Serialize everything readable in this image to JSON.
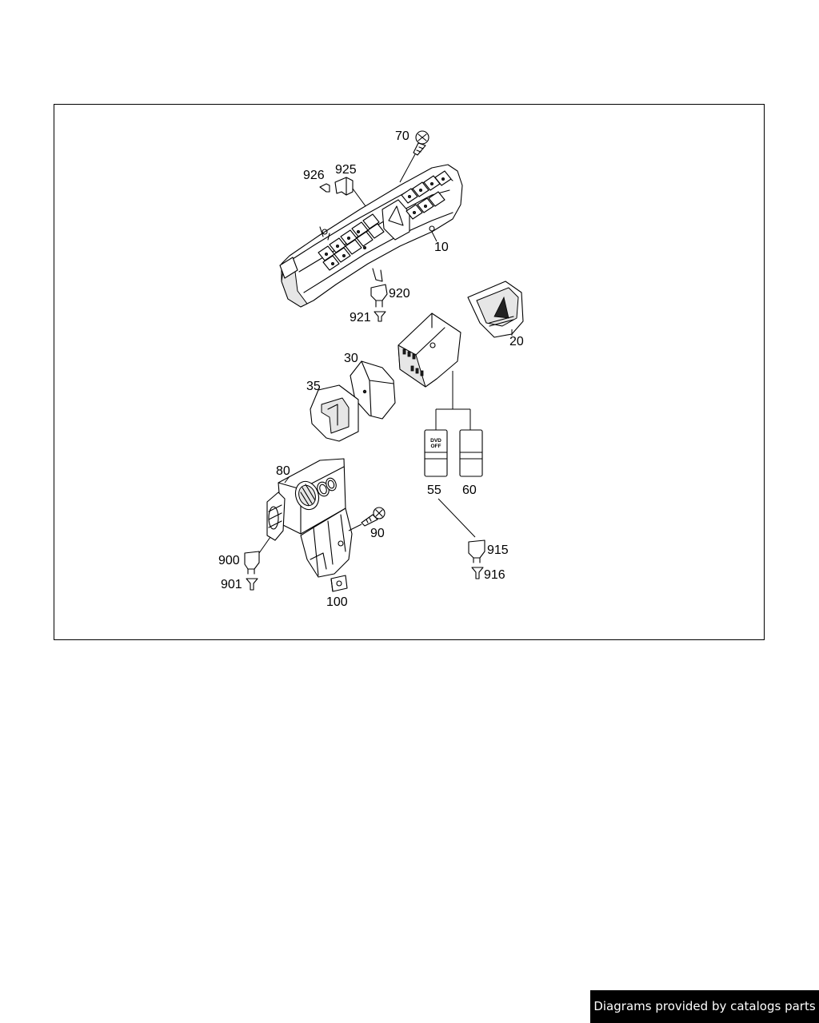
{
  "diagram": {
    "labels": {
      "p10": "10",
      "p20": "20",
      "p30": "30",
      "p35": "35",
      "p55": "55",
      "p60": "60",
      "p70": "70",
      "p80": "80",
      "p90": "90",
      "p100": "100",
      "p900": "900",
      "p901": "901",
      "p915": "915",
      "p916": "916",
      "p920": "920",
      "p921": "921",
      "p925": "925",
      "p926": "926"
    },
    "button_text": {
      "dvd_line1": "DVD",
      "dvd_line2": "OFF"
    }
  },
  "footer": {
    "credit": "Diagrams provided by catalogs parts"
  }
}
